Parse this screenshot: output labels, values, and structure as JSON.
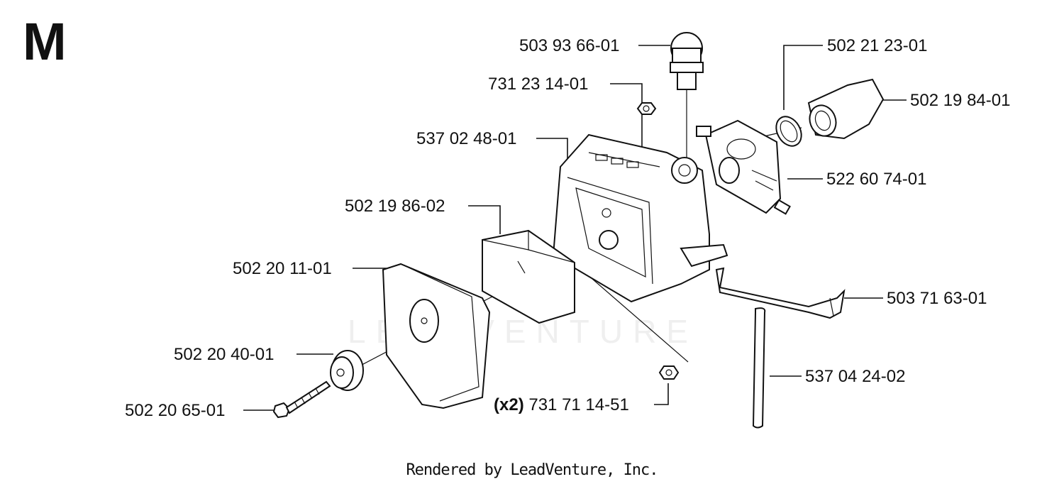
{
  "section_letter": "M",
  "watermark": "LEADVENTURE",
  "footer": "Rendered by LeadVenture, Inc.",
  "parts": {
    "primer_bulb": {
      "number": "503 93 66-01",
      "icon": "primer-bulb-icon"
    },
    "nut_upper": {
      "number": "731 23 14-01",
      "icon": "nut-icon"
    },
    "air_filter_housing": {
      "number": "537 02 48-01",
      "icon": "housing-icon"
    },
    "filter_pre": {
      "number": "502 19 86-02",
      "icon": "filter-icon"
    },
    "filter_main": {
      "number": "502 20 11-01",
      "icon": "filter-icon"
    },
    "knob": {
      "number": "502 20 40-01",
      "icon": "knob-icon"
    },
    "screw": {
      "number": "502 20 65-01",
      "icon": "screw-icon"
    },
    "nut_lower": {
      "qty": "(x2)",
      "number": "731 71 14-51",
      "icon": "nut-icon"
    },
    "gasket_ring": {
      "number": "502 21 23-01",
      "icon": "ring-icon"
    },
    "intake_elbow": {
      "number": "502 19 84-01",
      "icon": "elbow-icon"
    },
    "carburetor": {
      "number": "522 60 74-01",
      "icon": "carburetor-icon"
    },
    "throttle_rod": {
      "number": "503 71 63-01",
      "icon": "rod-icon"
    },
    "fuel_hose": {
      "number": "537 04 24-02",
      "icon": "hose-icon"
    }
  }
}
